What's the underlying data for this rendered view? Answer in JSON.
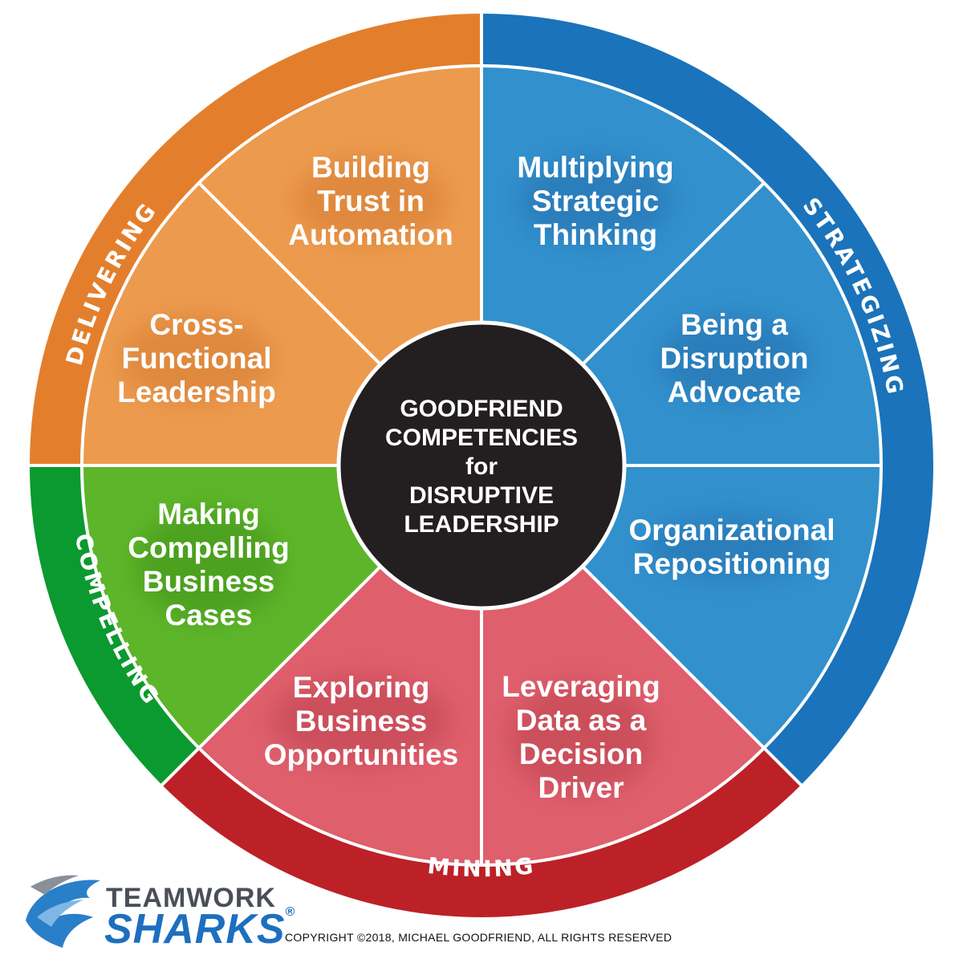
{
  "center": {
    "lines": [
      "GOODFRIEND",
      "COMPETENCIES",
      "for",
      "DISRUPTIVE",
      "LEADERSHIP"
    ]
  },
  "ring_labels": {
    "delivering": "DELIVERING",
    "strategizing": "STRATEGIZING",
    "compelling": "COMPELLING",
    "mining": "MINING"
  },
  "segments": [
    {
      "id": "building-trust",
      "lines": [
        "Building",
        "Trust in",
        "Automation"
      ]
    },
    {
      "id": "multiplying-strategic",
      "lines": [
        "Multiplying",
        "Strategic",
        "Thinking"
      ]
    },
    {
      "id": "being-disruption",
      "lines": [
        "Being a",
        "Disruption",
        "Advocate"
      ]
    },
    {
      "id": "organizational",
      "lines": [
        "Organizational",
        "Repositioning"
      ]
    },
    {
      "id": "leveraging-data",
      "lines": [
        "Leveraging",
        "Data as a",
        "Decision",
        "Driver"
      ]
    },
    {
      "id": "exploring-business",
      "lines": [
        "Exploring",
        "Business",
        "Opportunities"
      ]
    },
    {
      "id": "making-compelling",
      "lines": [
        "Making",
        "Compelling",
        "Business",
        "Cases"
      ]
    },
    {
      "id": "cross-functional",
      "lines": [
        "Cross-",
        "Functional",
        "Leadership"
      ]
    }
  ],
  "colors": {
    "orange_ring": "#e37f2c",
    "orange_segment": "#ec9a4e",
    "blue_ring": "#1a73bb",
    "blue_segment": "#3290cd",
    "green_ring": "#0b9a2f",
    "green_segment": "#5db52a",
    "red_ring": "#bc2127",
    "red_segment": "#df5f6c",
    "center": "#231f20"
  },
  "logo": {
    "line1": "TEAMWORK",
    "line2": "SHARKS",
    "registered": "®"
  },
  "copyright": "COPYRIGHT ©2018, MICHAEL GOODFRIEND, ALL RIGHTS RESERVED"
}
